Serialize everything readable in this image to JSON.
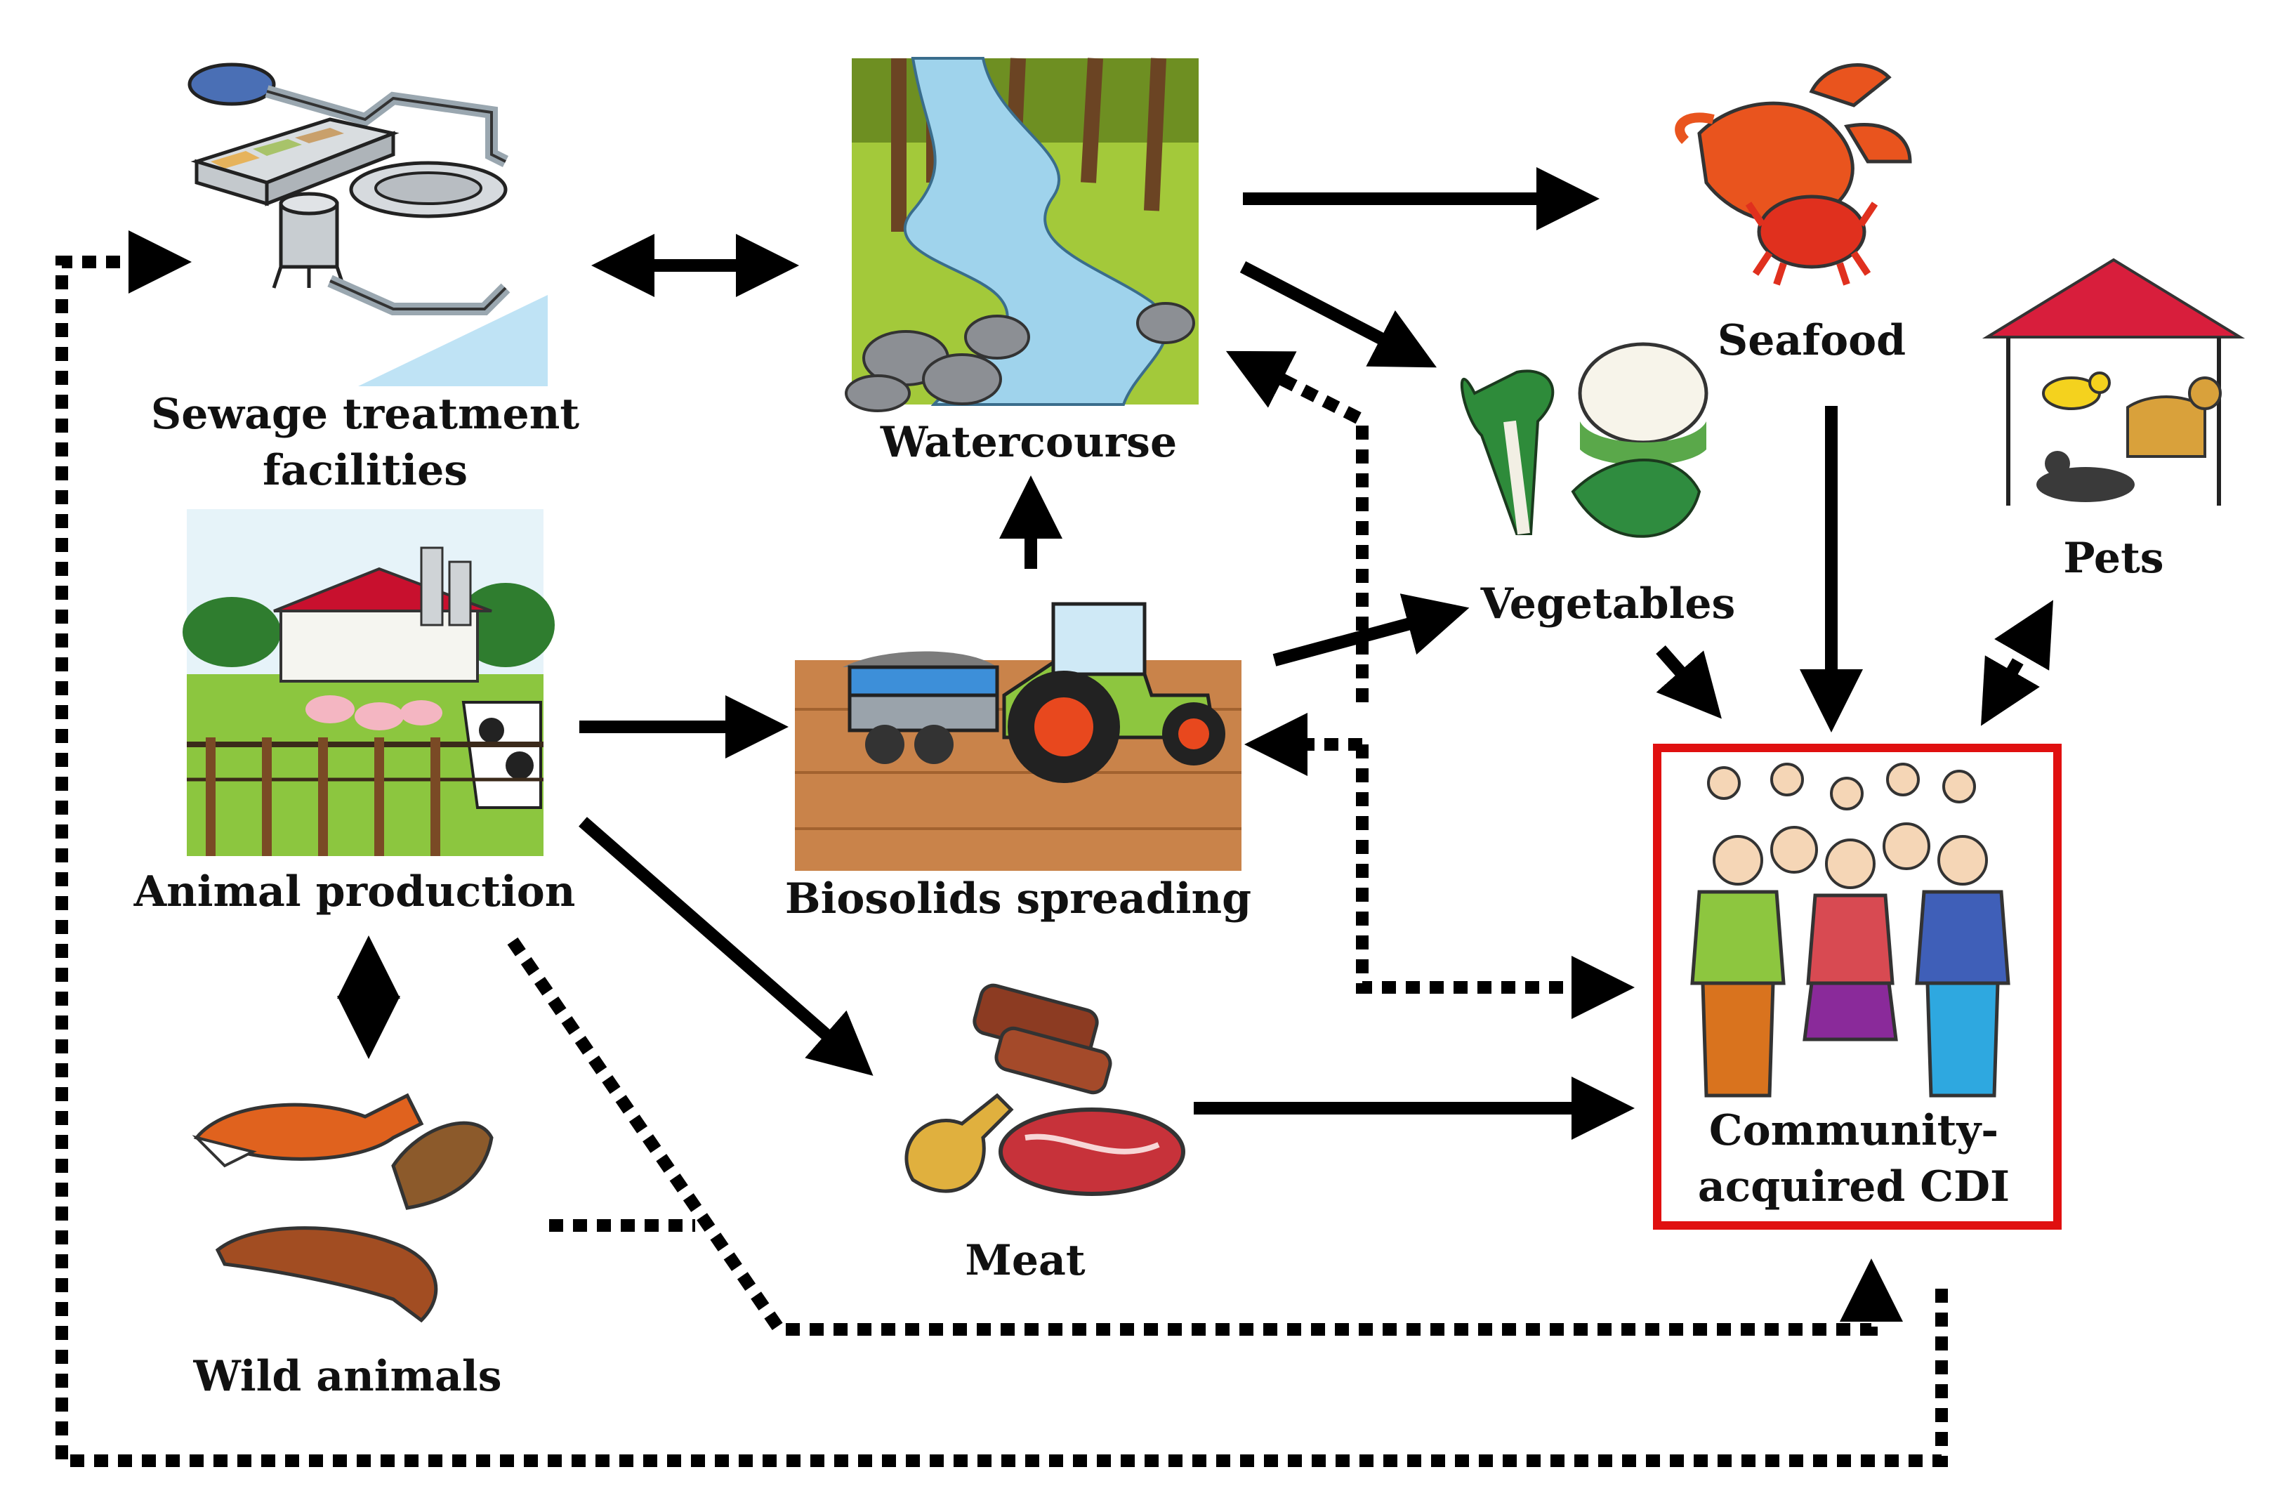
{
  "nodes": {
    "sewage": {
      "label_line1": "Sewage treatment",
      "label_line2": "facilities"
    },
    "watercourse": {
      "label": "Watercourse"
    },
    "seafood": {
      "label": "Seafood"
    },
    "vegetables": {
      "label": "Vegetables"
    },
    "pets": {
      "label": "Pets"
    },
    "animal_production": {
      "label": "Animal production"
    },
    "biosolids": {
      "label": "Biosolids spreading"
    },
    "meat": {
      "label": "Meat"
    },
    "wild_animals": {
      "label": "Wild animals"
    },
    "cdi": {
      "label_line1": "Community-",
      "label_line2": "acquired CDI"
    }
  },
  "colors": {
    "cdi_border": "#e01010",
    "arrow": "#000000",
    "grass": "#8cc63f",
    "water": "#9fd3ec",
    "soil": "#c9834a",
    "barn_roof": "#c8102e",
    "pets_roof": "#d81e3c",
    "lobster": "#e9541e",
    "tractor_green": "#8dc63f"
  },
  "icons": [
    "sewage-plant-icon",
    "river-icon",
    "lobster-crab-icon",
    "vegetables-icon",
    "pets-house-icon",
    "farm-icon",
    "tractor-icon",
    "meat-icon",
    "wild-animals-icon",
    "people-group-icon"
  ]
}
